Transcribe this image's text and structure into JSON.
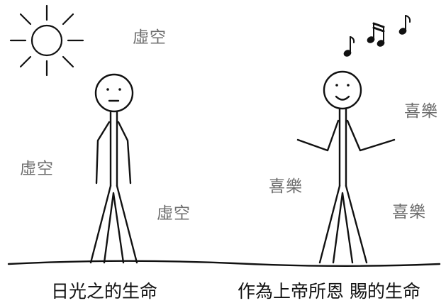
{
  "left_scene": {
    "floating_words": [
      "虛空",
      "虛空",
      "虛空"
    ],
    "caption": "日光之的生命"
  },
  "right_scene": {
    "floating_words": [
      "喜樂",
      "喜樂",
      "喜樂"
    ],
    "caption": "作為上帝所恩 賜的生命"
  },
  "icons": {
    "sun": "sun-icon",
    "music_notes": "music-notes-icon"
  }
}
